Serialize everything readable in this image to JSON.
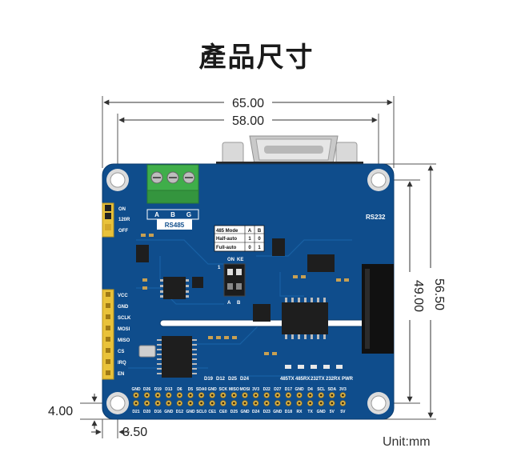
{
  "title": "產品尺寸",
  "unit_label": "Unit:mm",
  "dimensions": {
    "overall_width": "65.00",
    "hole_spacing_x": "58.00",
    "overall_height": "56.50",
    "hole_spacing_y": "49.00",
    "hole_offset_y": "4.00",
    "hole_offset_x": "3.50"
  },
  "board": {
    "color": "#0f4d8c",
    "rs485_label": "RS485",
    "rs232_label": "RS232",
    "terminal_labels": [
      "A",
      "B",
      "G"
    ],
    "jumper_labels": [
      "ON",
      "120R",
      "OFF"
    ],
    "left_pins": [
      "VCC",
      "GND",
      "SCLK",
      "MOSI",
      "MISO",
      "CS",
      "IRQ",
      "EN"
    ],
    "mode_table": {
      "header": [
        "485 Mode",
        "A",
        "B"
      ],
      "rows": [
        [
          "Half-auto",
          "1",
          "0"
        ],
        [
          "Full-auto",
          "0",
          "1"
        ]
      ]
    },
    "switch_labels": [
      "ON",
      "KE",
      "A",
      "B",
      "1"
    ],
    "led_labels": [
      "485TX",
      "485RX",
      "232TX",
      "232RX",
      "PWR"
    ],
    "gpio_mid": [
      "D19",
      "D12",
      "D25",
      "D24"
    ],
    "header_top": [
      "GND",
      "D26",
      "D19",
      "D13",
      "D6",
      "D5",
      "SDA0",
      "GND",
      "SCK",
      "MISO",
      "MOSI",
      "3V3",
      "D22",
      "D27",
      "D17",
      "GND",
      "D4",
      "SCL",
      "SDA",
      "3V3"
    ],
    "header_bottom": [
      "D21",
      "D20",
      "D16",
      "GND",
      "D12",
      "GND",
      "SCL0",
      "CE1",
      "CE0",
      "D25",
      "GND",
      "D24",
      "D23",
      "GND",
      "D18",
      "RX",
      "TX",
      "GND",
      "5V",
      "5V"
    ]
  }
}
